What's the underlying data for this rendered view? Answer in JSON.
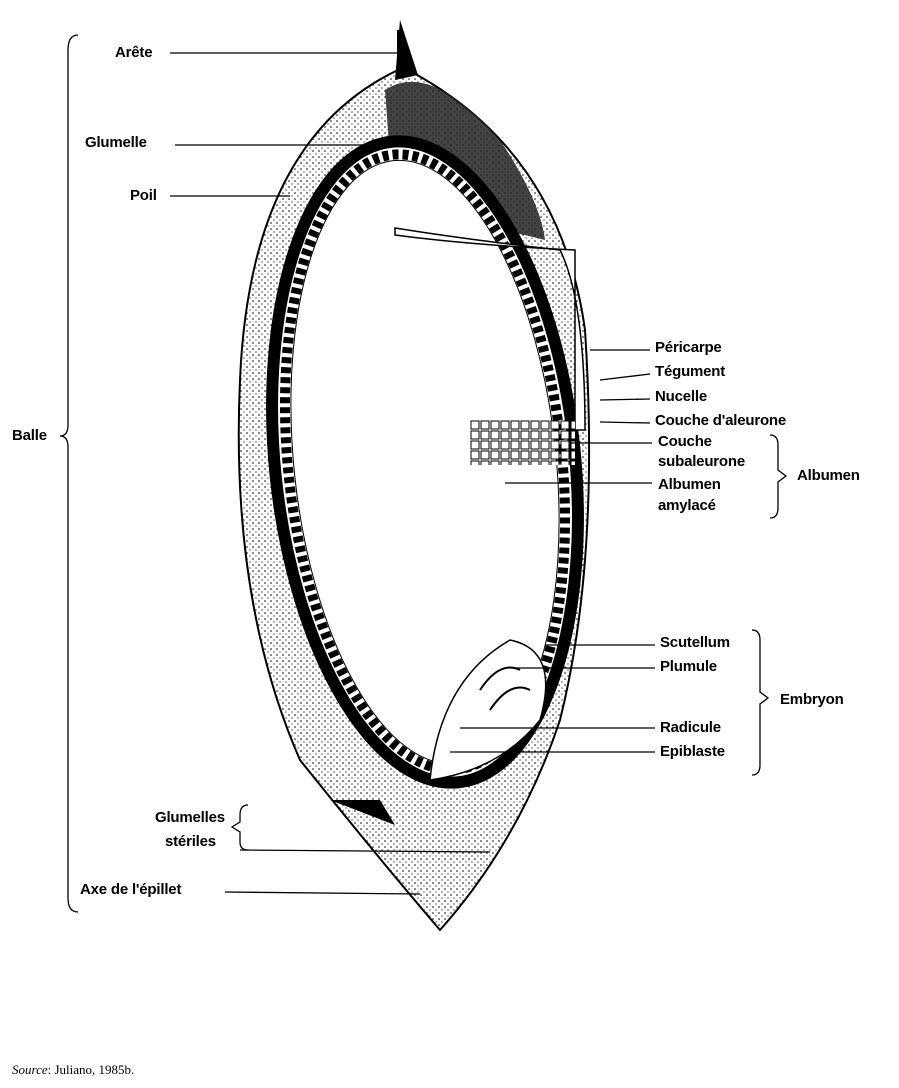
{
  "left_labels": {
    "arete": "Arête",
    "glumelle": "Glumelle",
    "poil": "Poil",
    "balle": "Balle",
    "glumelles_steriles_1": "Glumelles",
    "glumelles_steriles_2": "stériles",
    "axe": "Axe de l'épillet"
  },
  "right_labels": {
    "pericarpe": "Péricarpe",
    "tegument": "Tégument",
    "nucelle": "Nucelle",
    "couche_aleurone": "Couche d'aleurone",
    "couche_subaleurone_1": "Couche",
    "couche_subaleurone_2": "subaleurone",
    "albumen_amylace_1": "Albumen",
    "albumen_amylace_2": "amylacé",
    "albumen": "Albumen",
    "scutellum": "Scutellum",
    "plumule": "Plumule",
    "radicule": "Radicule",
    "epiblaste": "Epiblaste",
    "embryon": "Embryon"
  },
  "source": {
    "prefix": "Source",
    "text": ": Juliano, 1985b."
  }
}
